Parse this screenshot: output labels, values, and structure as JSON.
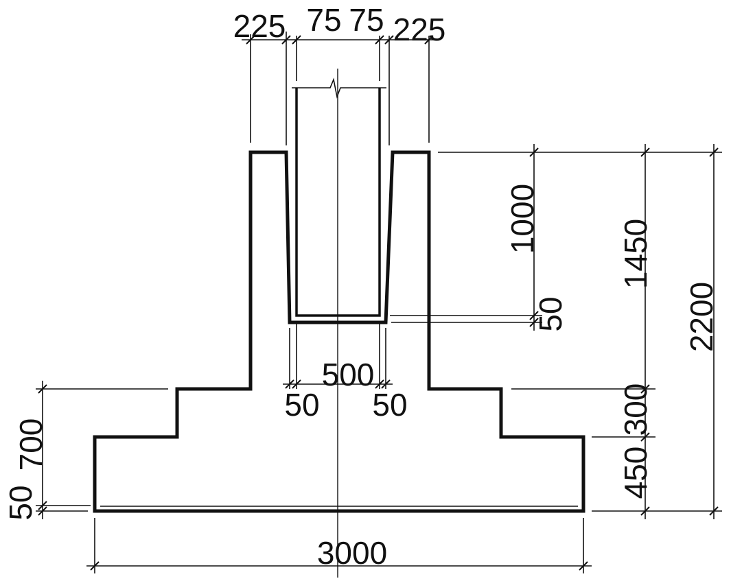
{
  "dimensions": {
    "top_chain": [
      "225",
      "75",
      "75",
      "225"
    ],
    "cup_depth": "1000",
    "cup_bottom_gap": "50",
    "pedestal_height": "1450",
    "step_height": "300",
    "base_height": "450",
    "total_height": "2200",
    "base_depth": "700",
    "cushion": "50",
    "cup_bottom_width": "500",
    "bottom_gap_left": "50",
    "bottom_gap_right": "50",
    "base_width": "3000"
  }
}
